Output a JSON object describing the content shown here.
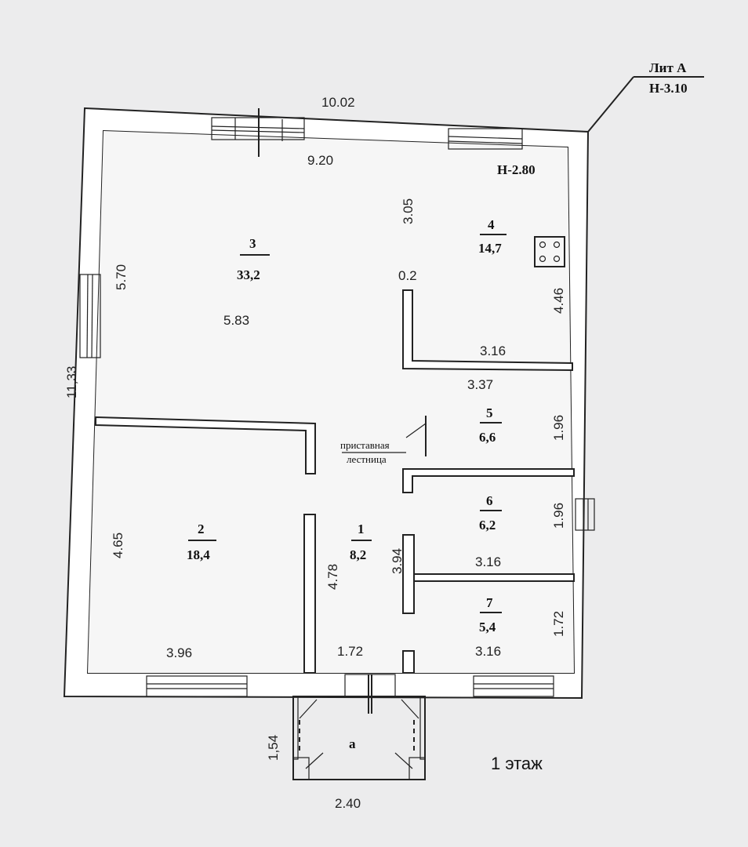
{
  "header": {
    "lit": "Лит А",
    "height_outer": "Н-3.10",
    "height_inner": "Н-2.80"
  },
  "rooms": [
    {
      "id": "1",
      "area": "8,2"
    },
    {
      "id": "2",
      "area": "18,4"
    },
    {
      "id": "3",
      "area": "33,2"
    },
    {
      "id": "4",
      "area": "14,7"
    },
    {
      "id": "5",
      "area": "6,6"
    },
    {
      "id": "6",
      "area": "6,2"
    },
    {
      "id": "7",
      "area": "5,4"
    },
    {
      "id": "a",
      "area": ""
    }
  ],
  "dimensions": {
    "top_outer": "10.02",
    "top_inner": "9.20",
    "left_outer": "11,33",
    "room3_height": "5.70",
    "room3_width": "5.83",
    "room4_top": "3.05",
    "room4_gap": "0.2",
    "room4_height": "4.46",
    "room4_width": "3.16",
    "room5_width": "3.37",
    "room5_height": "1.96",
    "room6_height": "1.96",
    "room6_width": "3.16",
    "room2_height": "4.65",
    "room2_width": "3.96",
    "room1_height": "4.78",
    "room1_width": "1.72",
    "room_mid_height": "3.94",
    "room7_height": "1.72",
    "room7_width": "3.16",
    "porch_height": "1,54",
    "porch_width": "2.40"
  },
  "annotations": {
    "stair_line1": "приставная",
    "stair_line2": "лестница"
  },
  "floor_label": "1 этаж"
}
